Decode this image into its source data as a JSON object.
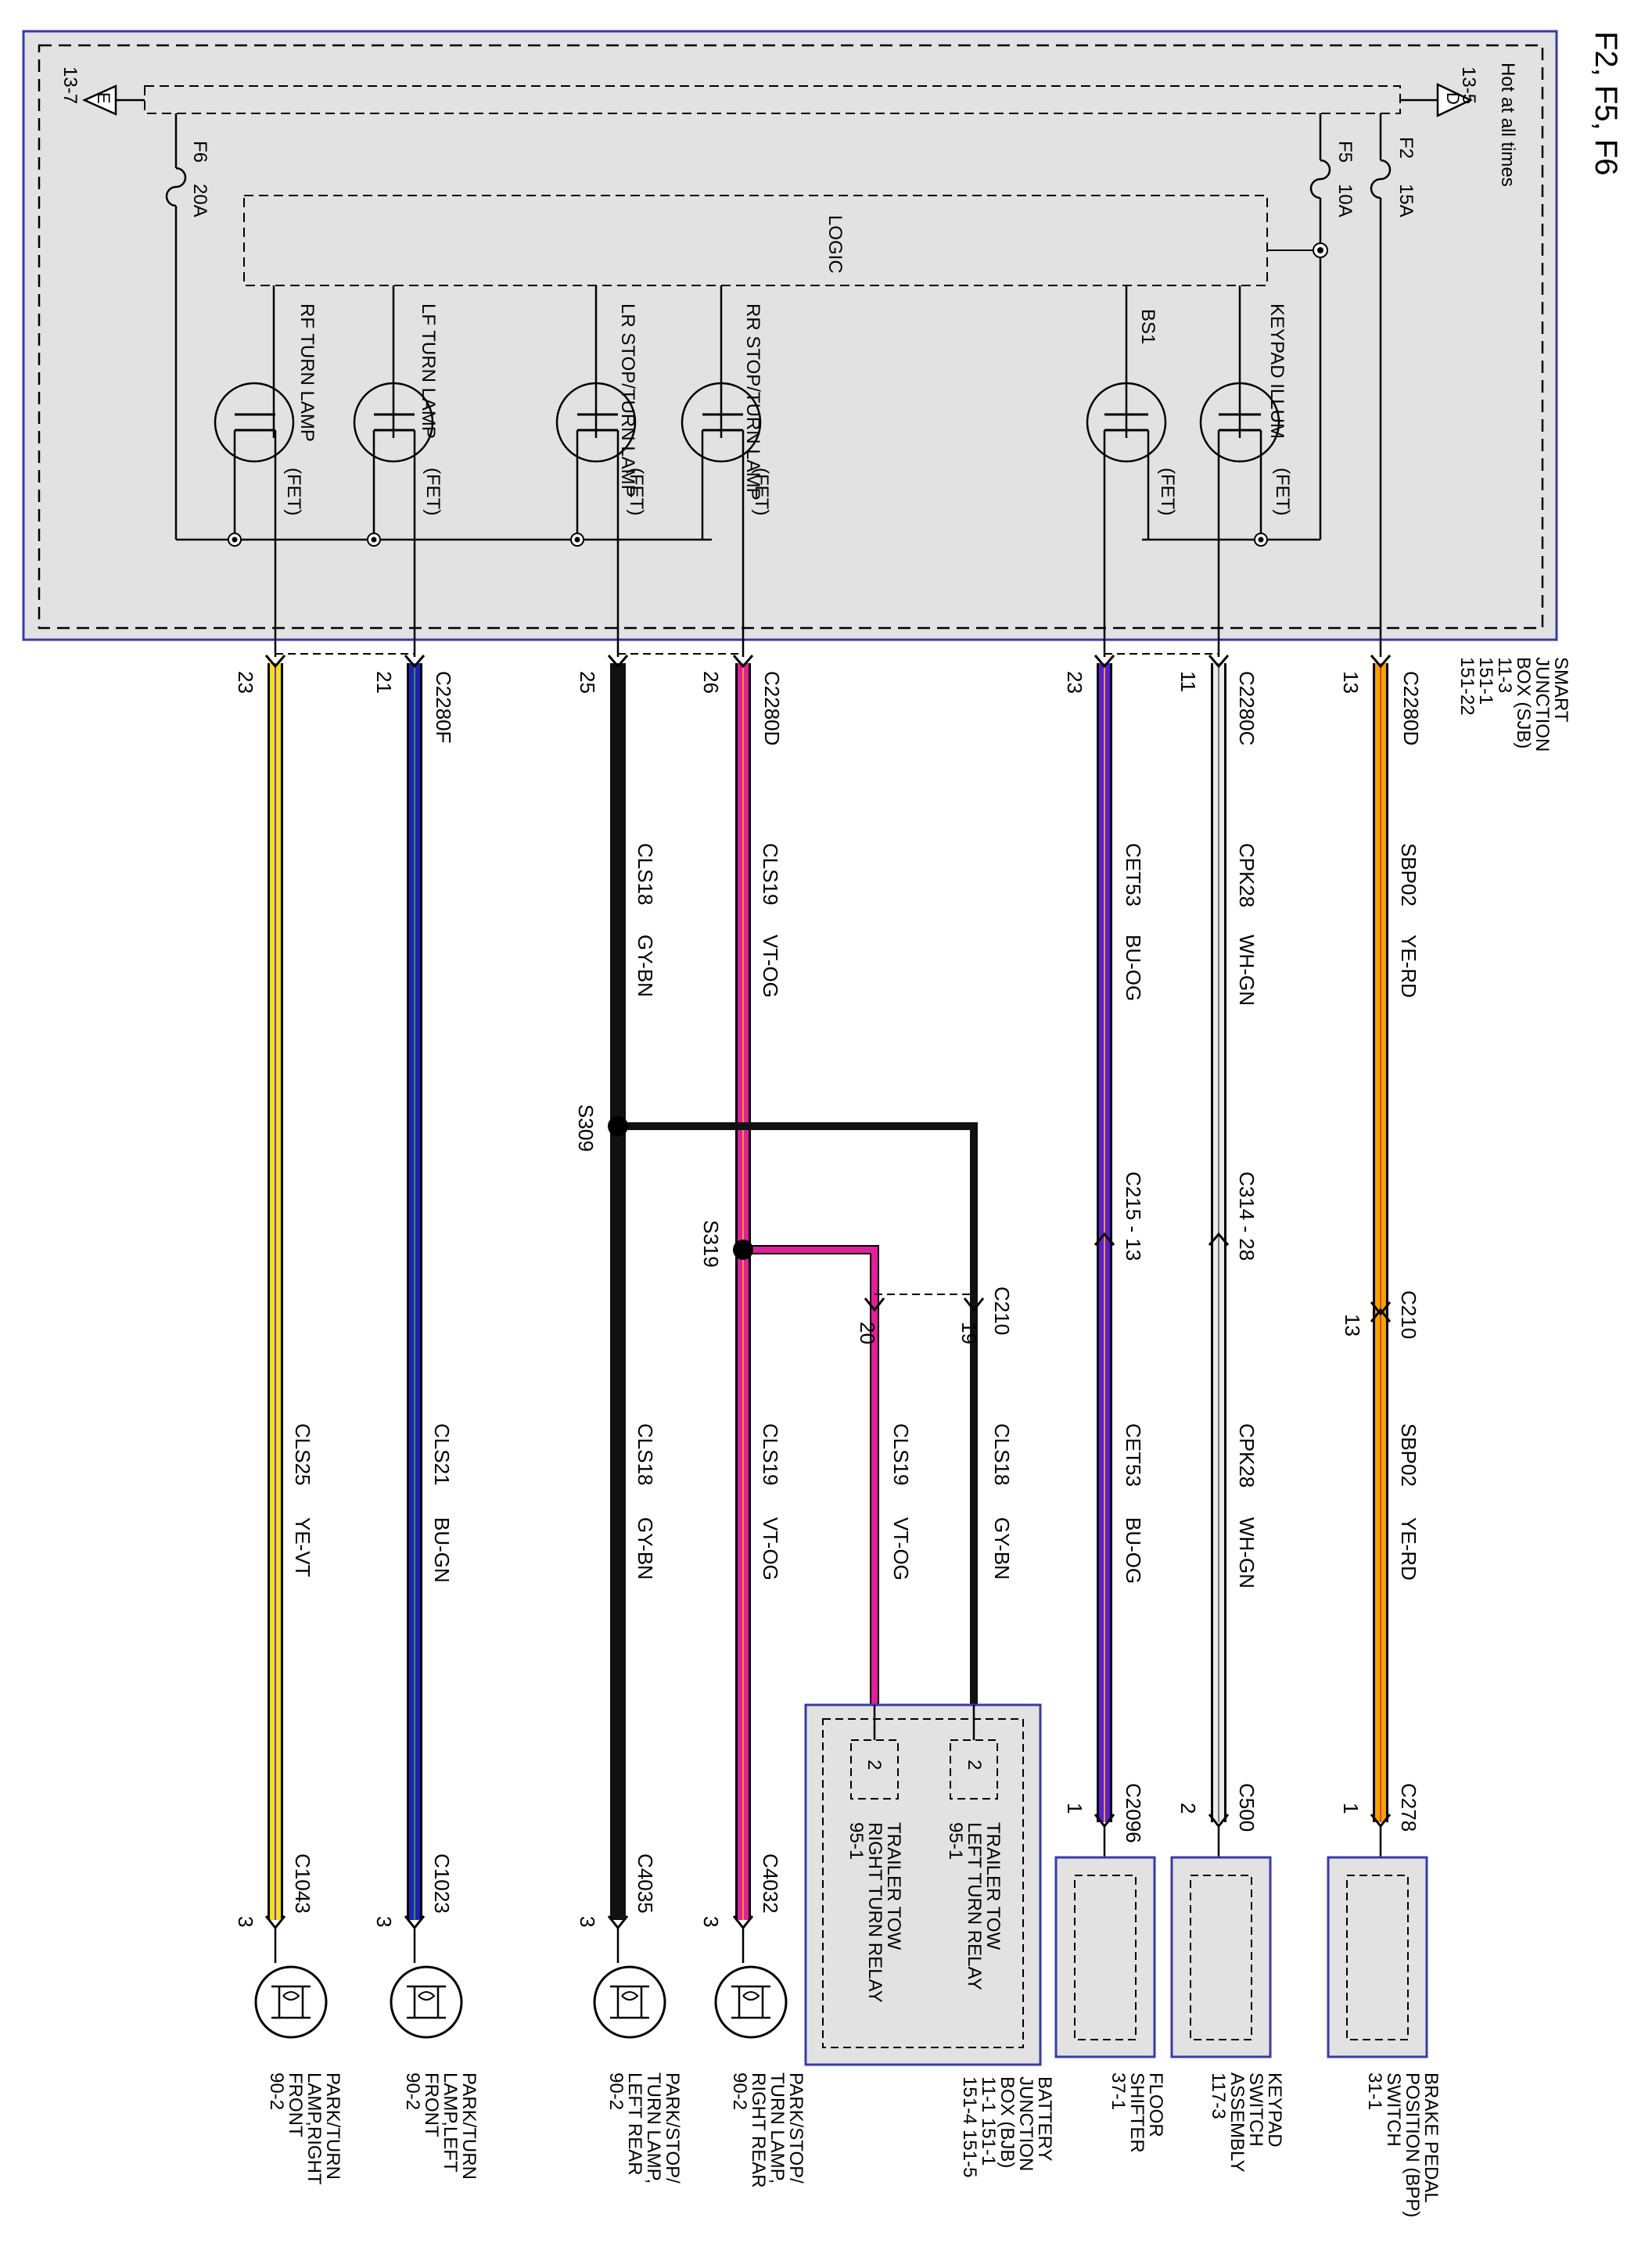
{
  "page_title": "F2, F5, F6",
  "sjb": {
    "hot_label": "Hot at all times",
    "term_left": "13-7",
    "term_left_letter": "E",
    "term_right": "13-5",
    "term_right_letter": "D",
    "logic_label": "LOGIC",
    "fet_label": "(FET)",
    "fuses": [
      {
        "name": "F2",
        "rating": "15A"
      },
      {
        "name": "F5",
        "rating": "10A"
      },
      {
        "name": "F6",
        "rating": "20A"
      }
    ],
    "outputs": [
      {
        "label": "RF TURN LAMP"
      },
      {
        "label": "LF TURN LAMP"
      },
      {
        "label": "LR STOP/TURN LAMP"
      },
      {
        "label": "RR STOP/TURN LAMP"
      },
      {
        "label": "BS1"
      },
      {
        "label": "KEYPAD ILLUM"
      }
    ],
    "box_label": [
      "SMART",
      "JUNCTION",
      "BOX (SJB)",
      "11-3",
      "151-1",
      "151-22"
    ]
  },
  "circuits": [
    {
      "connector": "C2280D",
      "pin": "13",
      "circuit": "SBP02",
      "color_code": "YE-RD",
      "inline": "C210",
      "inline_pin": "13",
      "circuit2": "SBP02",
      "color2": "YE-RD",
      "end_connector": "C278",
      "end_pin": "1",
      "device": [
        "BRAKE PEDAL",
        "POSITION (BPP)",
        "SWITCH",
        "31-1"
      ]
    },
    {
      "connector": "C2280C",
      "pin": "11",
      "circuit": "CPK28",
      "color_code": "WH-GN",
      "inline": "C314 - 28",
      "circuit2": "CPK28",
      "color2": "WH-GN",
      "end_connector": "C500",
      "end_pin": "2",
      "device": [
        "KEYPAD",
        "SWITCH",
        "ASSEMBLY",
        "117-3"
      ]
    },
    {
      "pin": "23",
      "circuit": "CET53",
      "color_code": "BU-OG",
      "inline": "C215 - 13",
      "circuit2": "CET53",
      "color2": "BU-OG",
      "end_connector": "C2096",
      "end_pin": "1",
      "device": [
        "FLOOR",
        "SHIFTER",
        "37-1"
      ]
    },
    {
      "connector": "C2280D",
      "pin": "26",
      "circuit": "CLS19",
      "color_code": "VT-OG",
      "circuit2": "CLS19",
      "color2": "VT-OG",
      "end_connector": "C4032",
      "end_pin": "3",
      "device": [
        "PARK/STOP/",
        "TURN LAMP,",
        "RIGHT REAR",
        "90-2"
      ]
    },
    {
      "pin": "25",
      "circuit": "CLS18",
      "color_code": "GY-BN",
      "circuit2": "CLS18",
      "color2": "GY-BN",
      "end_connector": "C4035",
      "end_pin": "3",
      "device": [
        "PARK/STOP/",
        "TURN LAMP,",
        "LEFT REAR",
        "90-2"
      ]
    },
    {
      "connector": "C2280F",
      "pin": "21",
      "circuit": "CLS21",
      "color_code": "BU-GN",
      "end_connector": "C1023",
      "end_pin": "3",
      "device": [
        "PARK/TURN",
        "LAMP,LEFT",
        "FRONT",
        "90-2"
      ]
    },
    {
      "pin": "23",
      "circuit": "CLS25",
      "color_code": "YE-VT",
      "end_connector": "C1043",
      "end_pin": "3",
      "device": [
        "PARK/TURN",
        "LAMP,RIGHT",
        "FRONT",
        "90-2"
      ]
    }
  ],
  "splices": {
    "s309": "S309",
    "s319": "S319"
  },
  "trailer": {
    "connector": "C210",
    "pin_left": "19",
    "pin_right": "20",
    "left_circuit": "CLS18",
    "left_color": "GY-BN",
    "right_circuit": "CLS19",
    "right_color": "VT-OG",
    "relay_pin": "2",
    "left_relay": [
      "TRAILER TOW",
      "LEFT TURN RELAY",
      "95-1"
    ],
    "right_relay": [
      "TRAILER TOW",
      "RIGHT TURN RELAY",
      "95-1"
    ],
    "bjb": [
      "BATTERY",
      "JUNCTION",
      "BOX (BJB)",
      "11-1   151-1",
      "151-4   151-5"
    ]
  },
  "colors": {
    "module_fill": "#e2e2e2",
    "module_border": "#3a3aa8",
    "wire_yellow_orange": "#f2a400",
    "wire_white_green": "#cfcfcf",
    "wire_blue_orange": "#5a1fd0",
    "wire_violet_orange": "#e0209a",
    "wire_grey_brown": "#111111",
    "wire_blue_green": "#2020b8",
    "wire_yellow_violet": "#f2e020"
  }
}
